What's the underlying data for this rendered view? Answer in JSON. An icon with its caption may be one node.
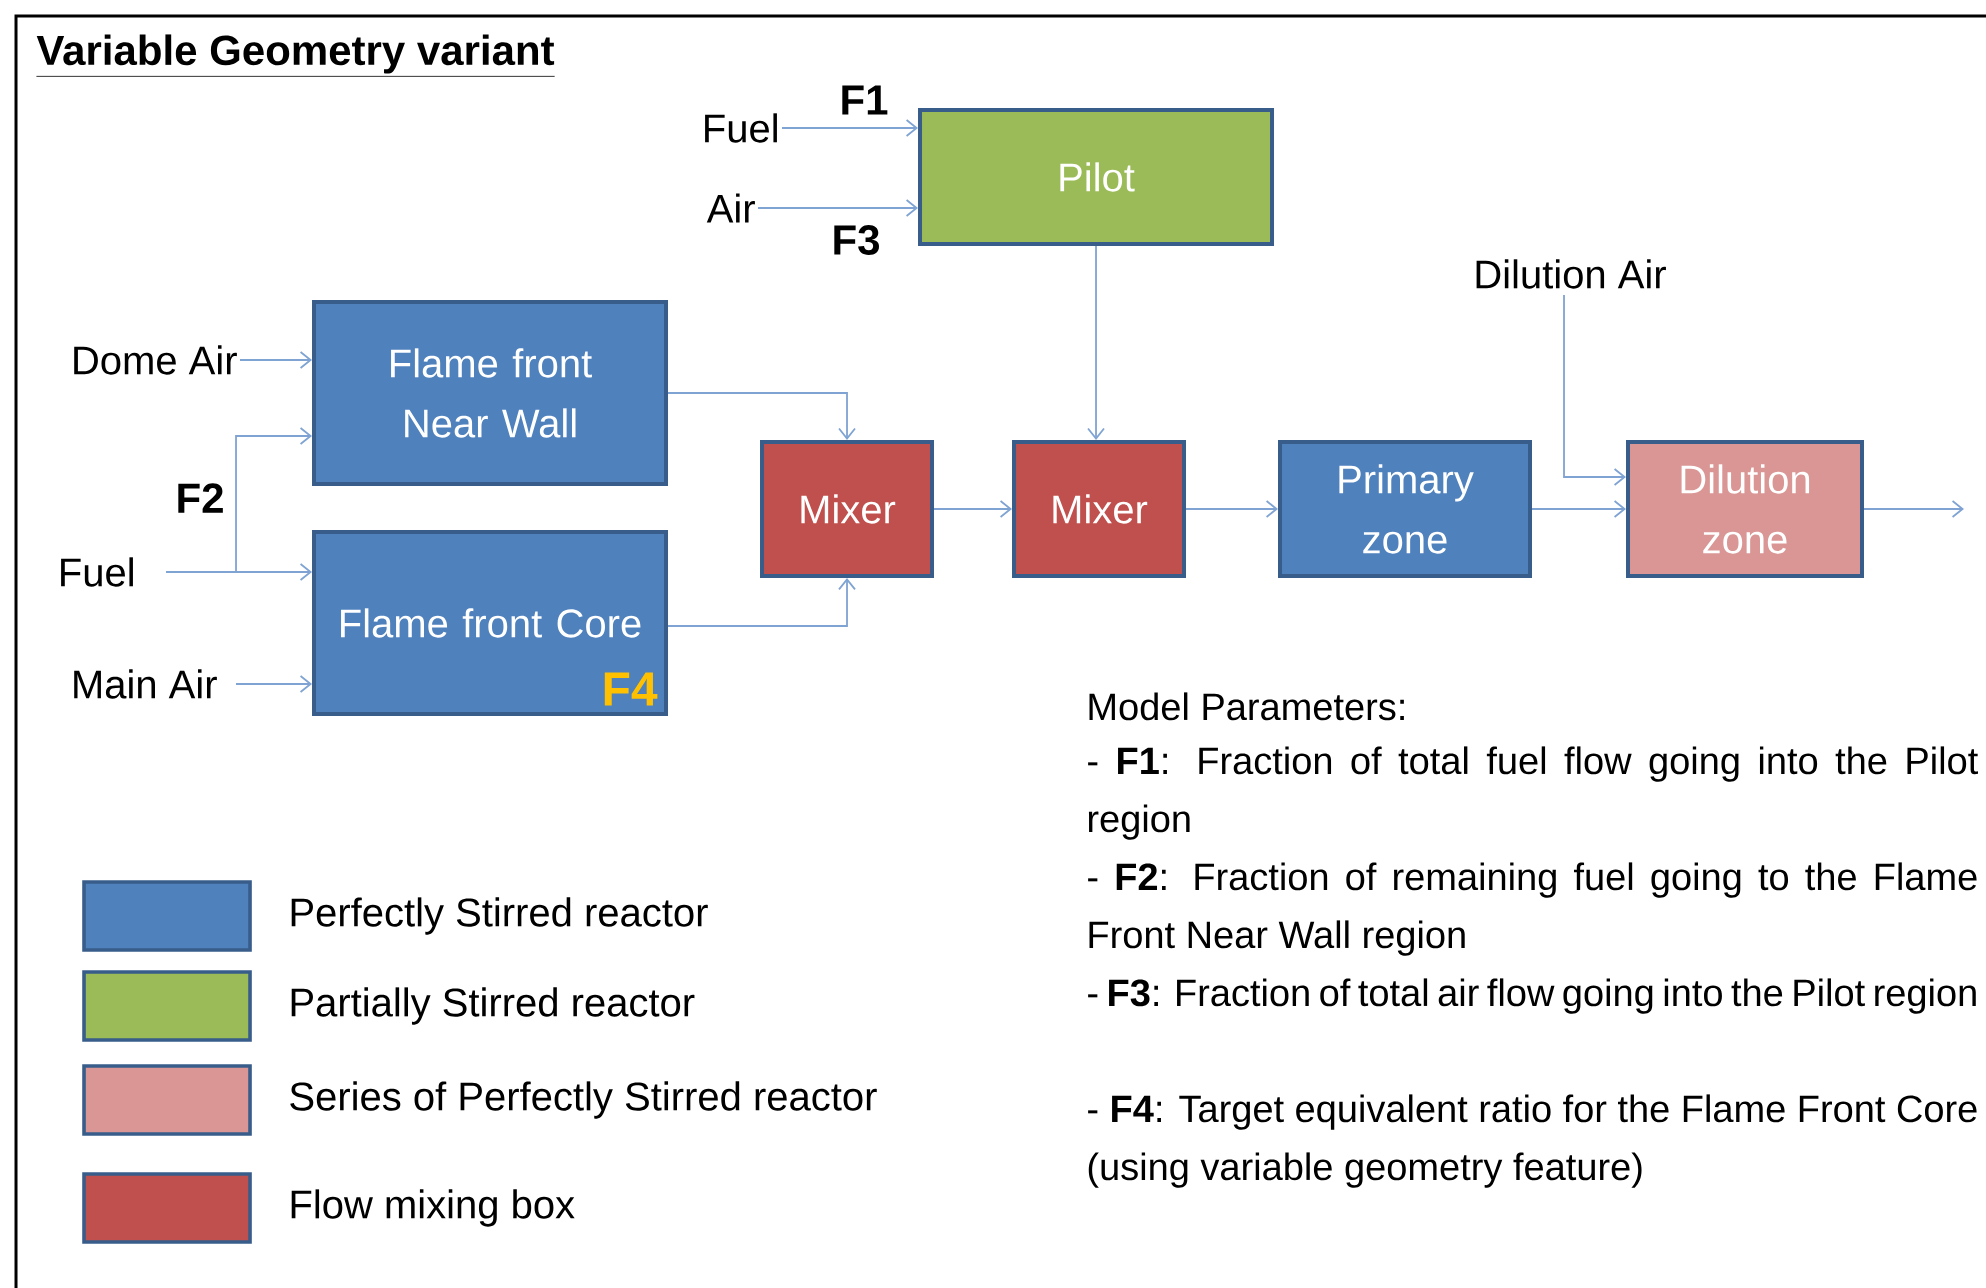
{
  "diagram": {
    "title": "Variable Geometry variant",
    "nodes": [
      {
        "text": [
          "Pilot"
        ]
      },
      {
        "text": [
          "Flame front Near Wall"
        ]
      },
      {
        "text": [
          "Flame front Core",
          "F4"
        ]
      },
      {
        "text": [
          "Mixer"
        ]
      },
      {
        "text": [
          "Mixer"
        ]
      },
      {
        "text": [
          "Primary zone"
        ]
      },
      {
        "text": [
          "Dilution zone"
        ]
      },
      {
        "text": [
          "Fuel"
        ]
      },
      {
        "text": [
          "Air"
        ]
      },
      {
        "text": [
          "Dome Air"
        ]
      },
      {
        "text": [
          "Fuel"
        ]
      },
      {
        "text": [
          "Main Air"
        ]
      },
      {
        "text": [
          "Dilution Air"
        ]
      }
    ],
    "edges": [
      {
        "from": 7,
        "to": 0,
        "arrow": "to",
        "label": "F1"
      },
      {
        "from": 8,
        "to": 0,
        "arrow": "to",
        "label": "F3"
      },
      {
        "from": 9,
        "to": 1,
        "arrow": "to"
      },
      {
        "from": 10,
        "to": 1,
        "arrow": "to",
        "label": "F2"
      },
      {
        "from": 10,
        "to": 2,
        "arrow": "to"
      },
      {
        "from": 11,
        "to": 2,
        "arrow": "to"
      },
      {
        "from": 1,
        "to": 3,
        "arrow": "to"
      },
      {
        "from": 2,
        "to": 3,
        "arrow": "to"
      },
      {
        "from": 3,
        "to": 4,
        "arrow": "to"
      },
      {
        "from": 0,
        "to": 4,
        "arrow": "to"
      },
      {
        "from": 4,
        "to": 5,
        "arrow": "to"
      },
      {
        "from": 5,
        "to": 6,
        "arrow": "to"
      },
      {
        "from": 12,
        "to": 6,
        "arrow": "to"
      },
      {
        "from": 6,
        "to": null,
        "arrow": "to"
      }
    ],
    "labels": [
      "Model Parameters:",
      "- **F1**: Fraction of total fuel flow going into the Pilot region",
      "- **F2**: Fraction of remaining fuel going to the Flame Front Near Wall region",
      "- **F3**: Fraction of total air flow going into the Pilot region",
      "- **F4**: Target equivalent ratio  for the Flame Front Core (using variable geometry feature)"
    ],
    "legend": [
      {
        "text": "Perfectly Stirred reactor",
        "color": "#4f81bd"
      },
      {
        "text": "Partially Stirred reactor",
        "color": "#9bbb59"
      },
      {
        "text": "Series of Perfectly Stirred reactor",
        "color": "#d99694"
      },
      {
        "text": "Flow mixing box",
        "color": "#c0504d"
      }
    ]
  }
}
